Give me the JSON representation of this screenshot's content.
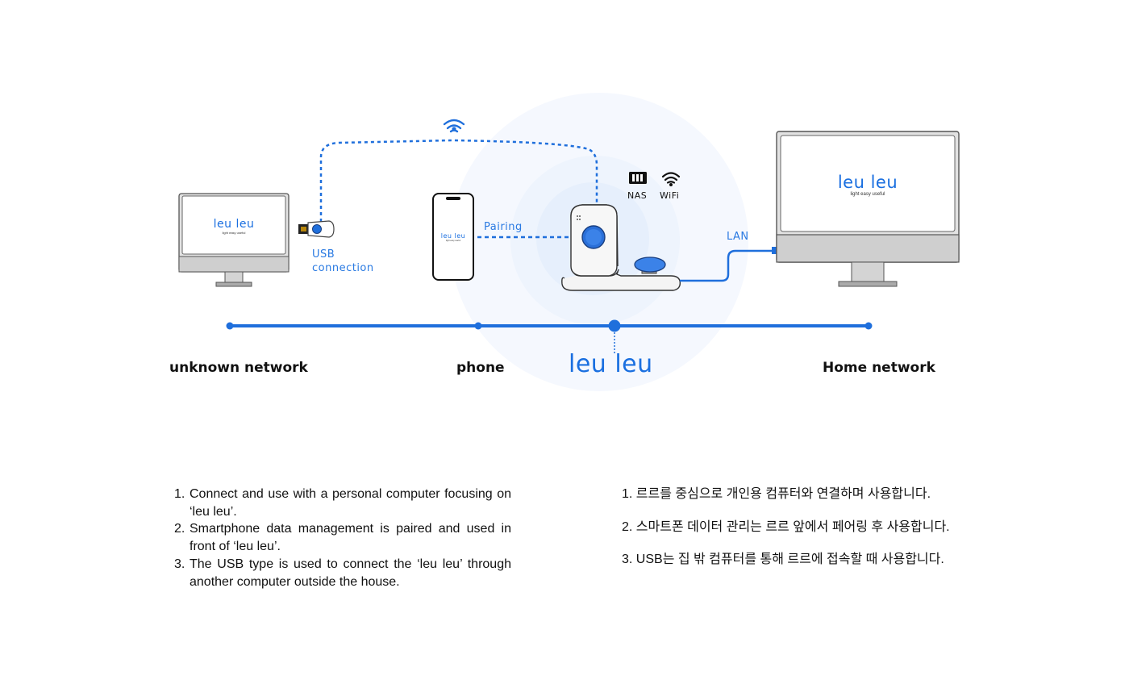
{
  "diagram": {
    "brand_name": "leu leu",
    "brand_tagline": "light easy useful",
    "colors": {
      "accent": "#1a6fe0",
      "line": "#1f6fdc",
      "halo": "#eef4fd",
      "device_body": "#f4f4f4",
      "monitor_chin": "#c9c9c9"
    },
    "connections": {
      "usb_label_line1": "USB",
      "usb_label_line2": "connection",
      "pairing_label": "Pairing",
      "lan_label": "LAN"
    },
    "device_icons": [
      {
        "icon": "nas-icon",
        "label": "NAS"
      },
      {
        "icon": "wifi-icon",
        "label": "WiFi"
      }
    ],
    "timeline": {
      "nodes": [
        {
          "label": "unknown network"
        },
        {
          "label": "phone"
        },
        {
          "label": "leu leu"
        },
        {
          "label": "Home network"
        }
      ]
    }
  },
  "descriptions": {
    "english": [
      {
        "num": "1.",
        "text": "Connect and use with a personal computer focusing on ‘leu leu’."
      },
      {
        "num": "2.",
        "text": "Smartphone data management is paired and used in front of ‘leu leu’."
      },
      {
        "num": "3.",
        "text": "The USB type is used to connect the ‘leu leu’ through another computer outside the house."
      }
    ],
    "korean": [
      {
        "text": "1. 르르를 중심으로 개인용 컴퓨터와 연결하며 사용합니다."
      },
      {
        "text": "2. 스마트폰 데이터 관리는 르르 앞에서 페어링 후 사용합니다."
      },
      {
        "text": "3. USB는 집 밖 컴퓨터를 통해 르르에 접속할 때 사용합니다."
      }
    ]
  }
}
